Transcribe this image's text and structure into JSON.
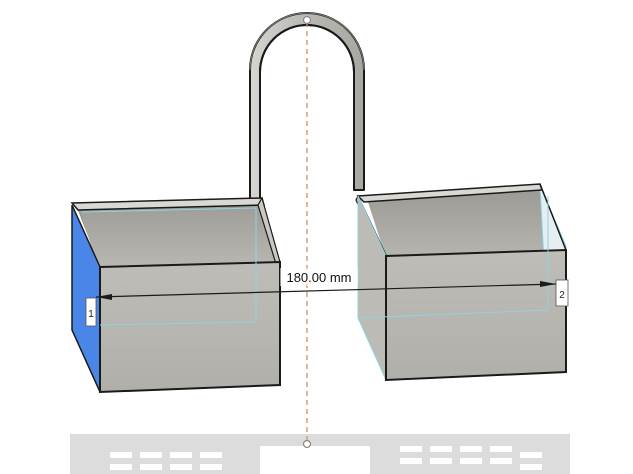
{
  "viewport": {
    "dimension_label": "180.00 mm",
    "point_1_label": "1",
    "point_2_label": "2"
  },
  "colors": {
    "body_face": "#c4c3bd",
    "body_front": "#b5b4ae",
    "body_interior": "#a9a8a3",
    "selected_face": "#4a86e8",
    "edge": "#1a1a1a",
    "centerline": "#d98f5a",
    "ghost_outline": "#8fd3e0",
    "ground_shadow": "#d8d8d8"
  },
  "icons": {
    "centerline_point": "circle-point-icon",
    "measure_arrow": "arrowhead-icon"
  }
}
